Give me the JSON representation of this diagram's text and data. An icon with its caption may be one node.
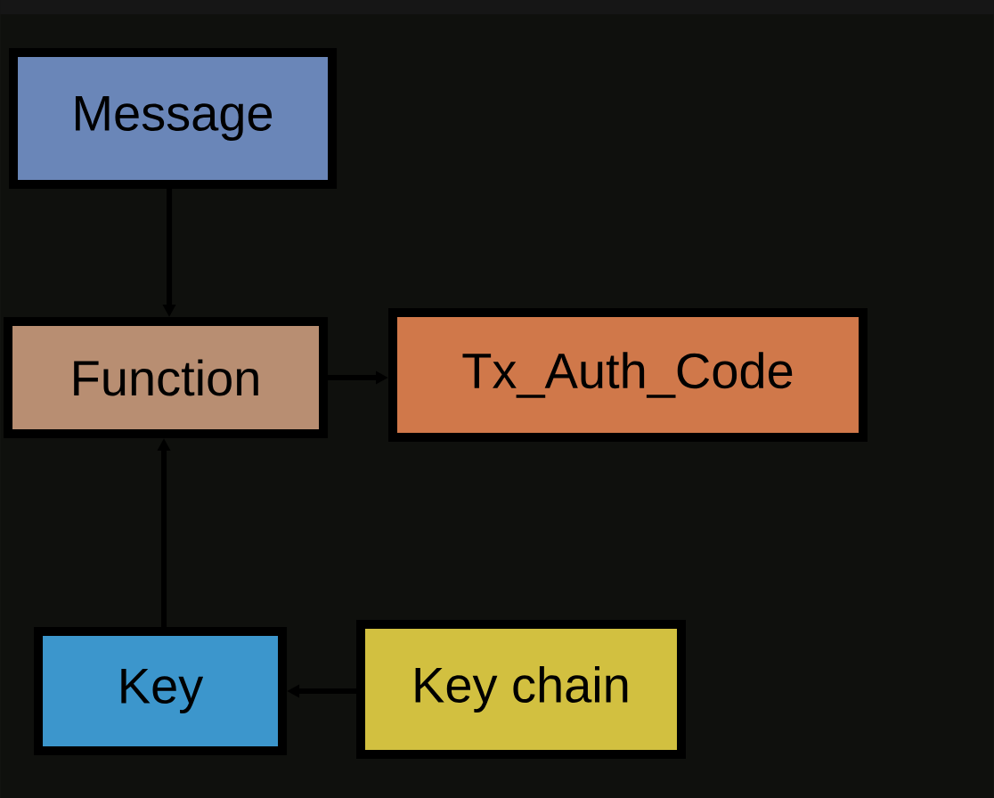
{
  "diagram": {
    "nodes": [
      {
        "text": [
          "Message"
        ]
      },
      {
        "text": [
          "Function"
        ]
      },
      {
        "text": [
          "Tx_Auth_Code"
        ]
      },
      {
        "text": [
          "Key"
        ]
      },
      {
        "text": [
          "Key chain"
        ]
      }
    ],
    "edges": [
      {
        "from": 0,
        "to": 1,
        "arrow": "to"
      },
      {
        "from": 1,
        "to": 2,
        "arrow": "to"
      },
      {
        "from": 3,
        "to": 1,
        "arrow": "to"
      },
      {
        "from": 4,
        "to": 3,
        "arrow": "to"
      }
    ]
  }
}
